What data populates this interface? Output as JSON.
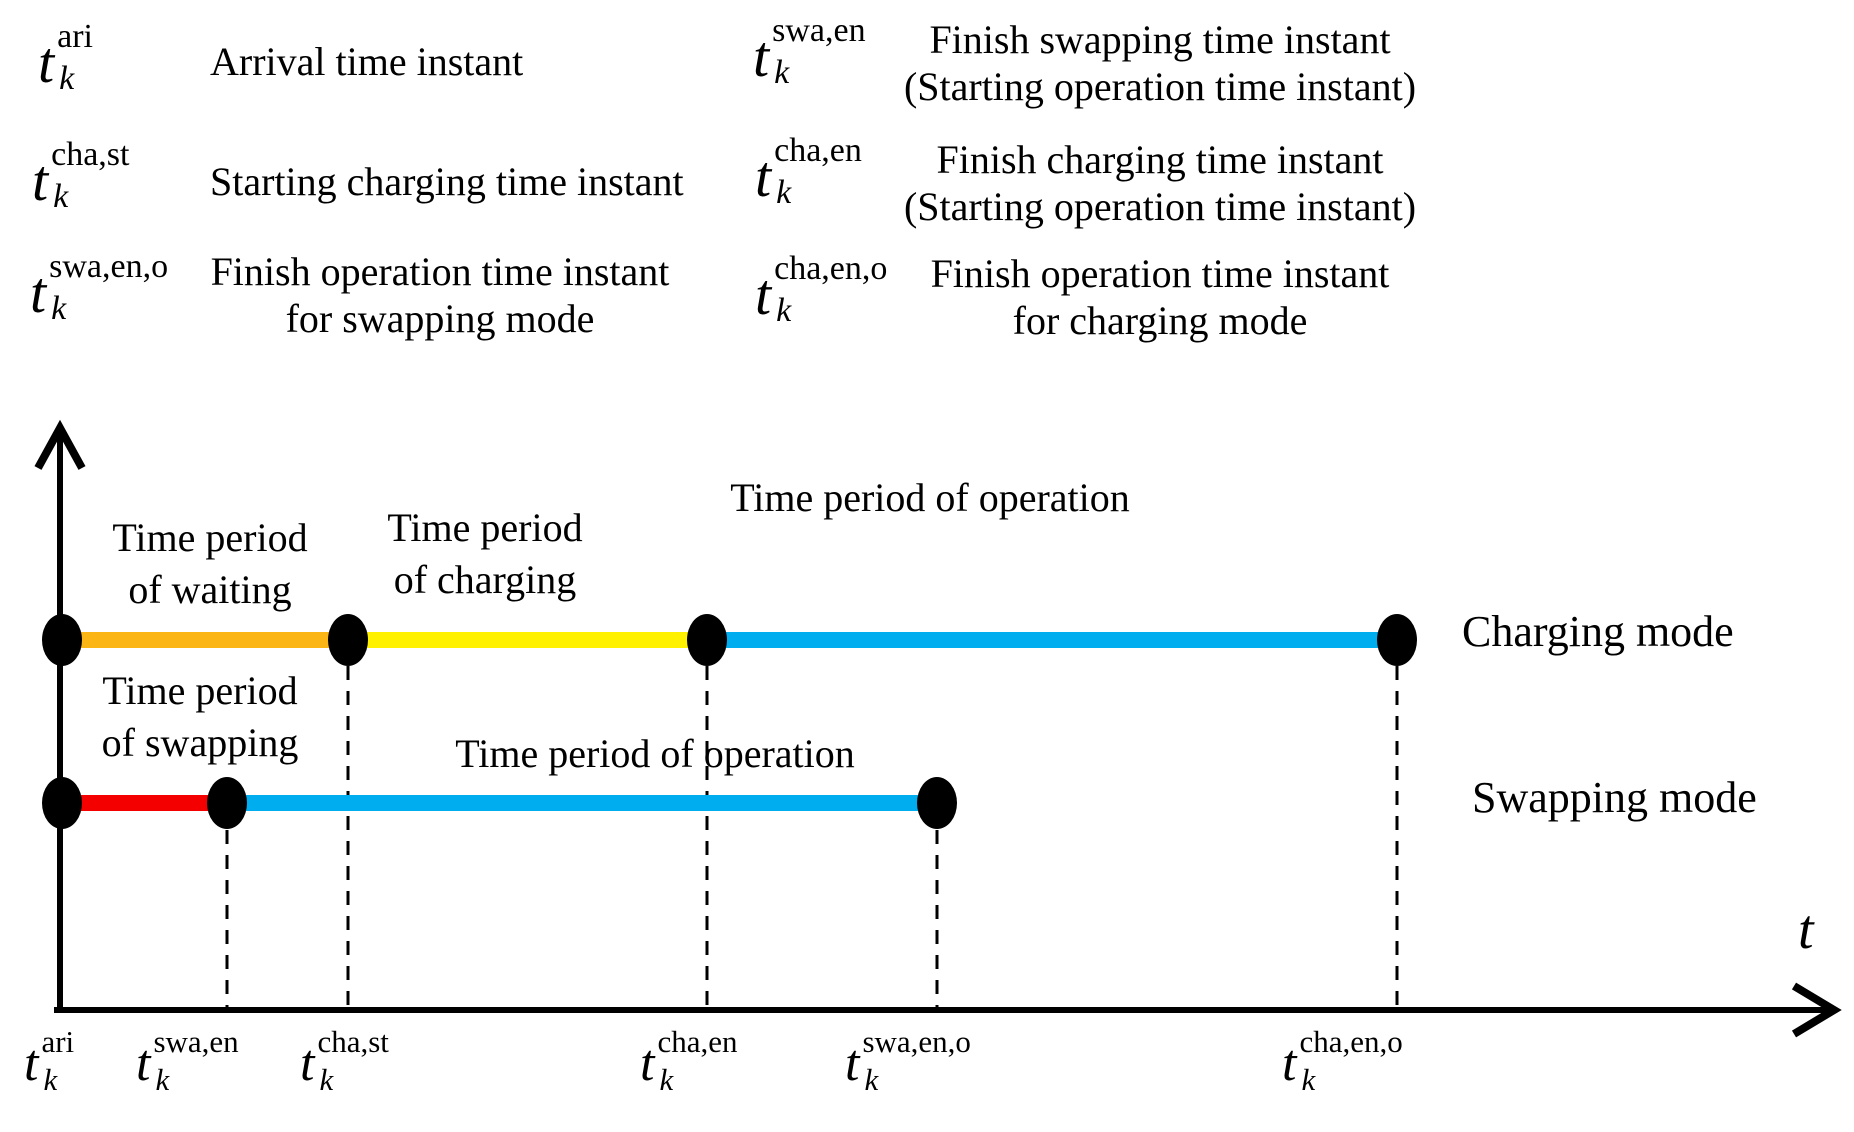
{
  "figure": {
    "sym_base": "t",
    "sym_sub": "k",
    "legend_left": [
      {
        "sup": "ari",
        "desc1": "Arrival time instant"
      },
      {
        "sup": "cha,st",
        "desc1": "Starting charging time instant"
      },
      {
        "sup": "swa,en,o",
        "desc1": "Finish operation time instant",
        "desc2": "for swapping mode"
      }
    ],
    "legend_right": [
      {
        "sup": "swa,en",
        "desc1": "Finish swapping time instant",
        "desc2": "(Starting operation time instant)"
      },
      {
        "sup": "cha,en",
        "desc1": "Finish charging time instant",
        "desc2": "(Starting operation time instant)"
      },
      {
        "sup": "cha,en,o",
        "desc1": "Finish operation time instant",
        "desc2": "for charging mode"
      }
    ],
    "chart": {
      "axis_label": "t",
      "mode_charging": "Charging mode",
      "mode_swapping": "Swapping mode",
      "waiting_l1": "Time period",
      "waiting_l2": "of waiting",
      "charging_l1": "Time period",
      "charging_l2": "of charging",
      "operation_top": "Time period of operation",
      "swapping_l1": "Time period",
      "swapping_l2": "of swapping",
      "operation_bottom": "Time period of operation",
      "ticks": [
        {
          "sup": "ari"
        },
        {
          "sup": "swa,en"
        },
        {
          "sup": "cha,st"
        },
        {
          "sup": "cha,en"
        },
        {
          "sup": "swa,en,o"
        },
        {
          "sup": "cha,en,o"
        }
      ],
      "rows": [
        {
          "mode": "Charging mode",
          "segments": [
            {
              "label": "Time period of waiting",
              "from": "ari",
              "to": "cha,st"
            },
            {
              "label": "Time period of charging",
              "from": "cha,st",
              "to": "cha,en"
            },
            {
              "label": "Time period of operation",
              "from": "cha,en",
              "to": "cha,en,o"
            }
          ]
        },
        {
          "mode": "Swapping mode",
          "segments": [
            {
              "label": "Time period of swapping",
              "from": "ari",
              "to": "swa,en"
            },
            {
              "label": "Time period of operation",
              "from": "swa,en",
              "to": "swa,en,o"
            }
          ]
        }
      ]
    }
  },
  "colors": {
    "waiting": "#FBB615",
    "charging": "#FFF100",
    "operation": "#00AEEF",
    "swapping": "#F40000",
    "ink": "#000000"
  }
}
